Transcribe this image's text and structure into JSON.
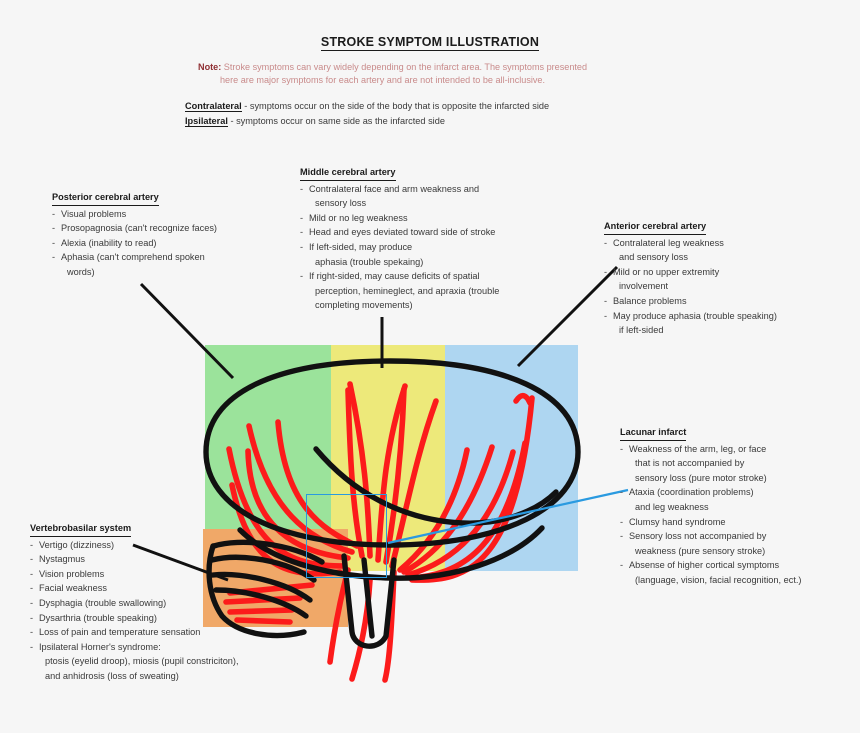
{
  "title": "STROKE SYMPTOM ILLUSTRATION",
  "note": {
    "lead": "Note:",
    "line1": " Stroke symptoms can vary widely depending on the infarct area. The symptoms presented",
    "line2": "here are major symptoms for each artery and are not intended to be all-inclusive."
  },
  "definitions": [
    {
      "term": "Contralateral",
      "text": " - symptoms occur on the side of the body that is opposite the infarcted side"
    },
    {
      "term": "Ipsilateral",
      "text": " - symptoms occur on same side as the infarcted side"
    }
  ],
  "blocks": {
    "posterior": {
      "title": "Posterior cerebral artery",
      "items": [
        {
          "text": "Visual problems",
          "cont": false
        },
        {
          "text": "Prosopagnosia (can't recognize faces)",
          "cont": false
        },
        {
          "text": "Alexia (inability to read)",
          "cont": false
        },
        {
          "text": "Aphasia (can't comprehend spoken",
          "cont": false
        },
        {
          "text": "words)",
          "cont": true
        }
      ]
    },
    "middle": {
      "title": "Middle cerebral artery",
      "items": [
        {
          "text": "Contralateral face and arm weakness and",
          "cont": false
        },
        {
          "text": "sensory loss",
          "cont": true
        },
        {
          "text": "Mild or no leg weakness",
          "cont": false
        },
        {
          "text": "Head and eyes deviated toward side of stroke",
          "cont": false
        },
        {
          "text": "If left-sided, may produce",
          "cont": false
        },
        {
          "text": "aphasia (trouble spekaing)",
          "cont": true
        },
        {
          "text": "If right-sided, may cause deficits of spatial",
          "cont": false
        },
        {
          "text": "perception, hemineglect, and apraxia (trouble",
          "cont": true
        },
        {
          "text": "completing movements)",
          "cont": true
        }
      ]
    },
    "anterior": {
      "title": "Anterior cerebral artery",
      "items": [
        {
          "text": "Contralateral leg weakness",
          "cont": false
        },
        {
          "text": "and sensory loss",
          "cont": true
        },
        {
          "text": "Mild or no upper extremity",
          "cont": false
        },
        {
          "text": "involvement",
          "cont": true
        },
        {
          "text": "Balance problems",
          "cont": false
        },
        {
          "text": "May produce aphasia (trouble speaking)",
          "cont": false
        },
        {
          "text": "if left-sided",
          "cont": true
        }
      ]
    },
    "lacunar": {
      "title": "Lacunar infarct",
      "items": [
        {
          "text": "Weakness of the arm, leg, or face",
          "cont": false
        },
        {
          "text": "that is not accompanied by",
          "cont": true
        },
        {
          "text": "sensory loss (pure motor stroke)",
          "cont": true
        },
        {
          "text": "Ataxia (coordination problems)",
          "cont": false
        },
        {
          "text": "and leg weakness",
          "cont": true
        },
        {
          "text": "Clumsy hand syndrome",
          "cont": false
        },
        {
          "text": "Sensory loss not accompanied by",
          "cont": false
        },
        {
          "text": "weakness (pure sensory stroke)",
          "cont": true
        },
        {
          "text": "Absense of higher cortical symptoms",
          "cont": false
        },
        {
          "text": "(language, vision, facial recognition, ect.)",
          "cont": true
        }
      ]
    },
    "vertebrobasilar": {
      "title": "Vertebrobasilar system",
      "items": [
        {
          "text": "Vertigo (dizziness)",
          "cont": false
        },
        {
          "text": "Nystagmus",
          "cont": false
        },
        {
          "text": "Vision problems",
          "cont": false
        },
        {
          "text": "Facial weakness",
          "cont": false
        },
        {
          "text": "Dysphagia (trouble swallowing)",
          "cont": false
        },
        {
          "text": "Dysarthria (trouble speaking)",
          "cont": false
        },
        {
          "text": "Loss of pain and temperature sensation",
          "cont": false
        },
        {
          "text": "Ipsilateral Horner's syndrome:",
          "cont": false
        },
        {
          "text": "ptosis (eyelid droop), miosis (pupil constriciton),",
          "cont": true
        },
        {
          "text": "and anhidrosis (loss of sweating)",
          "cont": true
        }
      ]
    }
  },
  "colors": {
    "background": "#f6f6f6",
    "posterior_territory": "#9BE39B",
    "middle_territory": "#EDE97A",
    "anterior_territory": "#AED6F1",
    "vertebrobasilar_territory": "#F0A868",
    "vessel": "#FC1B1B",
    "outline": "#111111",
    "lacunar_marker": "#2A9AE0",
    "note_text": "#C98B8B",
    "note_lead": "#8F2F33"
  }
}
